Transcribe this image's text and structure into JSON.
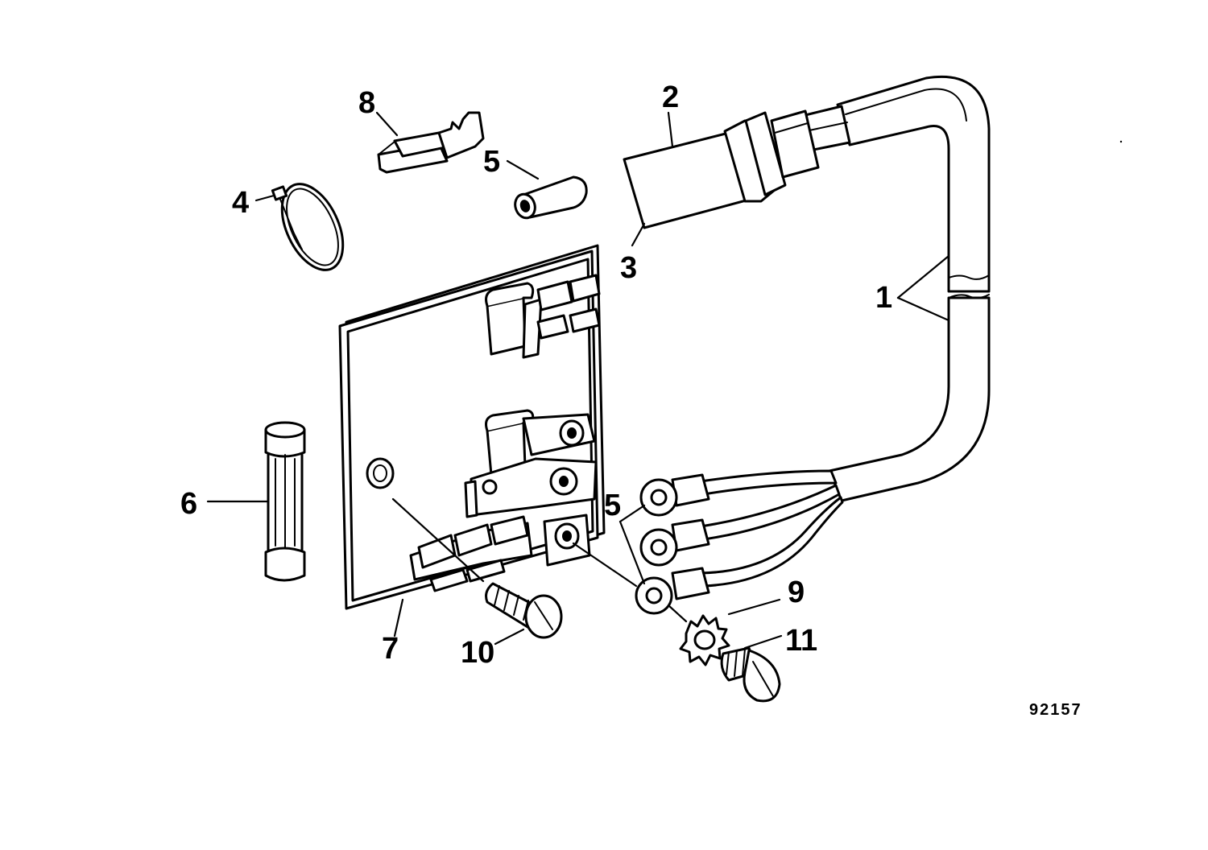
{
  "figure_number": "92157",
  "callouts": {
    "harness": "1",
    "connector_housing": "2",
    "connector_seal": "3",
    "cable_tie": "4",
    "sleeve": "5",
    "terminal_sleeves": "5",
    "fuse": "6",
    "terminal_board": "7",
    "terminal": "8",
    "lock_washer": "9",
    "board_screw": "10",
    "terminal_screw": "11"
  }
}
